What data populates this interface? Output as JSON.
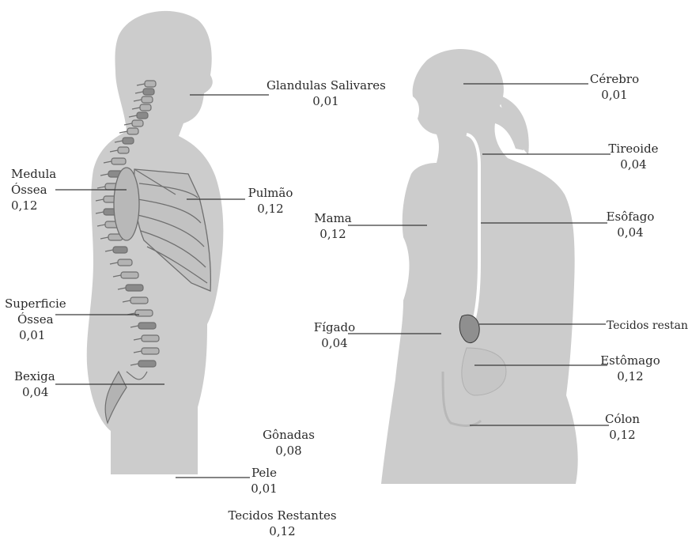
{
  "colors": {
    "silhouette": "#cccccc",
    "bone": "#b3b3b3",
    "bone_outline": "#6f6f6f",
    "organ": "#bdbdbd",
    "leader_line": "#3a3a3a",
    "text": "#2a2a2a"
  },
  "male_figure": {
    "labels": [
      {
        "id": "glandulas",
        "name": "Glandulas Salivares",
        "value": "0,01"
      },
      {
        "id": "medula",
        "name_line1": "Medula",
        "name_line2": "Óssea",
        "value": "0,12"
      },
      {
        "id": "pulmao",
        "name": "Pulmão",
        "value": "0,12"
      },
      {
        "id": "superficie",
        "name_line1": "Superficie",
        "name_line2": "Óssea",
        "value": "0,01"
      },
      {
        "id": "bexiga",
        "name": "Bexiga",
        "value": "0,04"
      },
      {
        "id": "gonadas",
        "name": "Gônadas",
        "value": "0,08"
      },
      {
        "id": "pele",
        "name": "Pele",
        "value": "0,01"
      },
      {
        "id": "tecidos_restantes",
        "name": "Tecidos Restantes",
        "value": "0,12"
      }
    ]
  },
  "female_figure": {
    "labels": [
      {
        "id": "cerebro",
        "name": "Cérebro",
        "value": "0,01"
      },
      {
        "id": "tireoide",
        "name": "Tireoide",
        "value": "0,04"
      },
      {
        "id": "mama",
        "name": "Mama",
        "value": "0,12"
      },
      {
        "id": "esofago",
        "name": "Esôfago",
        "value": "0,04"
      },
      {
        "id": "figado",
        "name": "Fígado",
        "value": "0,04"
      },
      {
        "id": "tecidos_restante",
        "name": "Tecidos restante",
        "value": ""
      },
      {
        "id": "estomago",
        "name": "Estômago",
        "value": "0,12"
      },
      {
        "id": "colon",
        "name": "Cólon",
        "value": "0,12"
      }
    ]
  }
}
